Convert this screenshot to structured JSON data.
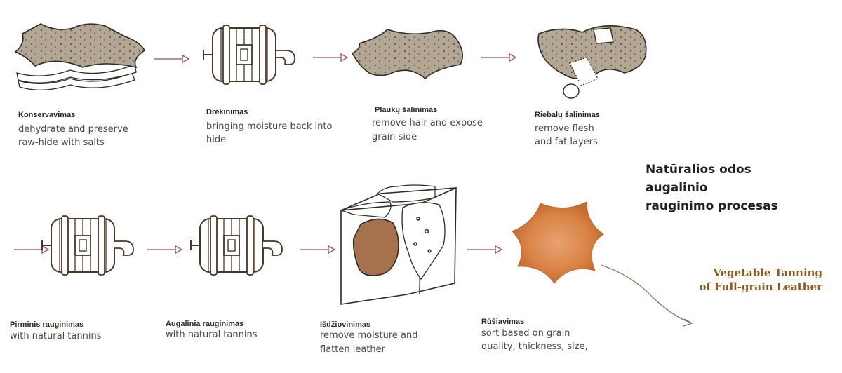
{
  "heading": {
    "line1": "Natūralios odos augalinio",
    "line2": "rauginimo procesas"
  },
  "subtitle": {
    "line1": "Vegetable Tanning",
    "line2": "of Full-grain Leather"
  },
  "steps": [
    {
      "title": "Konservavimas",
      "desc1": "dehydrate and preserve",
      "desc2": "raw-hide with salts",
      "icon": "salted-hide-stack-icon"
    },
    {
      "title": "Drėkinimas",
      "desc1": "bringing moisture back into",
      "desc2": "hide",
      "icon": "tanning-drum-icon"
    },
    {
      "title": "Plaukų šalinimas",
      "desc1": "remove hair and expose",
      "desc2": "grain side",
      "icon": "hide-icon"
    },
    {
      "title": "Riebalų šalinimas",
      "desc1": "remove flesh",
      "desc2": "and fat layers",
      "icon": "fleshing-roller-icon"
    },
    {
      "title": "Pirminis rauginimas",
      "desc1": "with natural tannins",
      "desc2": "",
      "icon": "tanning-drum-icon"
    },
    {
      "title": "Augalinia rauginimas",
      "desc1": "with natural tannins",
      "desc2": "",
      "icon": "tanning-drum-icon"
    },
    {
      "title": "Išdžiovinimas",
      "desc1": "remove moisture and",
      "desc2": "flatten leather",
      "icon": "drying-frame-icon"
    },
    {
      "title": "Rūšiavimas",
      "desc1": "sort based on grain",
      "desc2": "quality, thickness, size,",
      "icon": "finished-leather-icon"
    }
  ],
  "colors": {
    "hide": "#b3a692",
    "hide_outline": "#2d2a26",
    "drum_outline": "#4a3626",
    "arrow": "#a0485a",
    "leather_light": "#e8a271",
    "leather_dark": "#c46a2e",
    "dried_leather": "#a8714d",
    "subtitle": "#8a5a22"
  }
}
